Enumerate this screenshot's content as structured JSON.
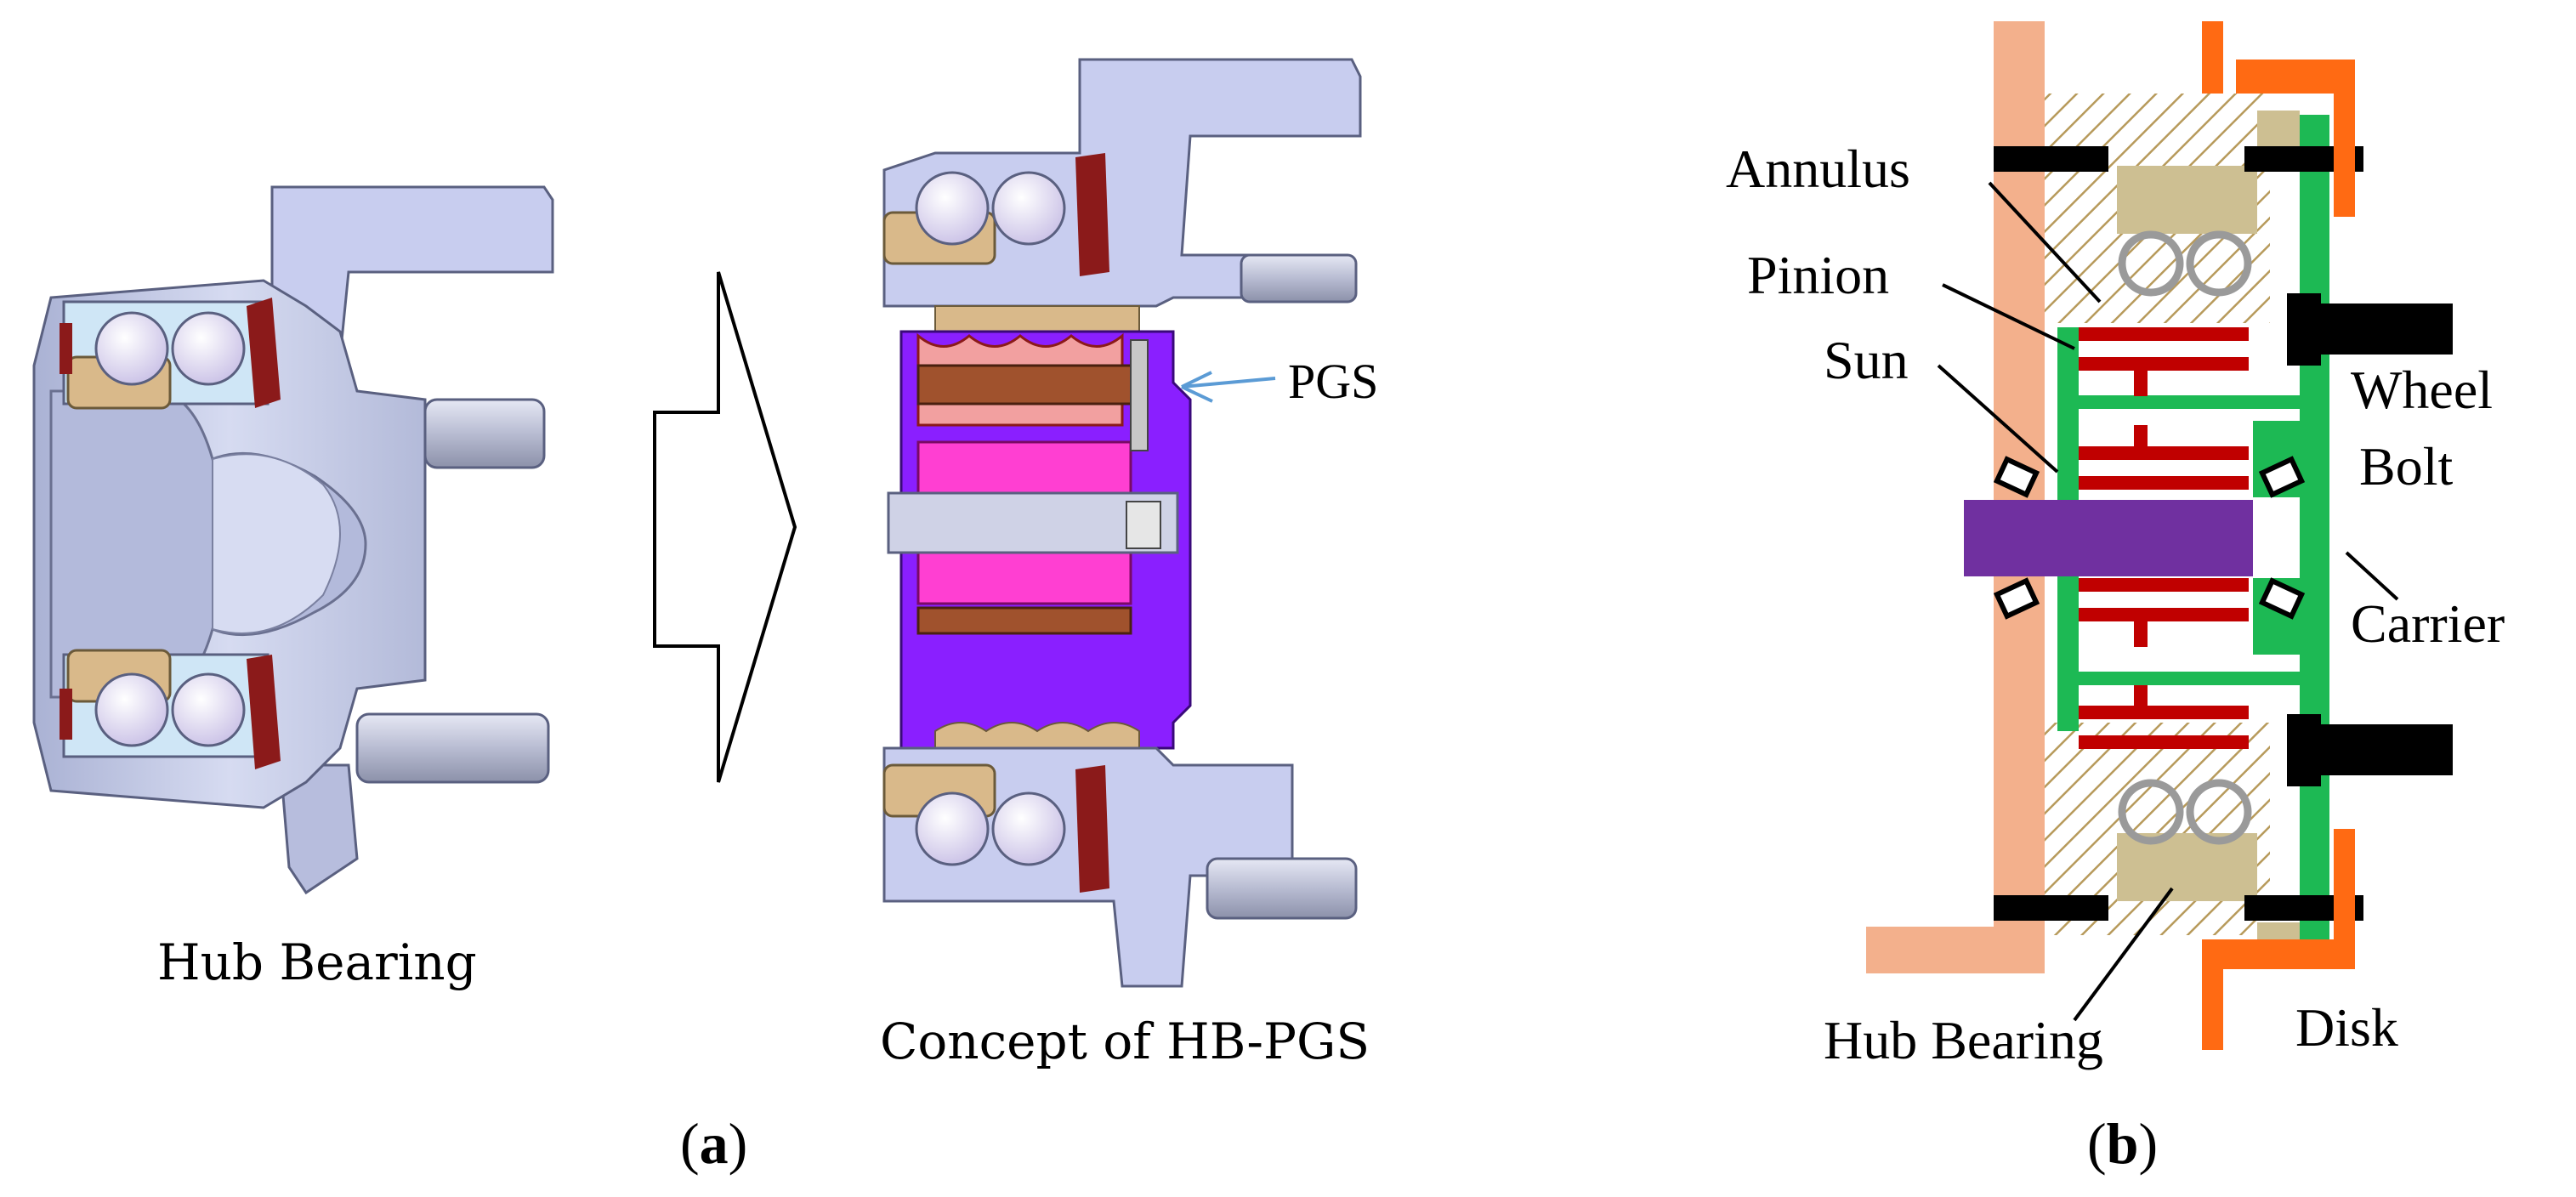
{
  "panel_a": {
    "hub_bearing_caption": "Hub Bearing",
    "hb_pgs_caption": "Concept of HB-PGS",
    "pgs_label": "PGS",
    "panel_letter": "a"
  },
  "panel_b": {
    "labels": {
      "annulus": "Annulus",
      "pinion": "Pinion",
      "sun": "Sun",
      "wheel": "Wheel",
      "bolt": "Bolt",
      "carrier": "Carrier",
      "hub_bearing": "Hub Bearing",
      "disk": "Disk"
    },
    "panel_letter": "b"
  },
  "colors": {
    "hub_body": "#c5cbe8",
    "hub_dark": "#9aa2c4",
    "bearing_ring": "#d9b98a",
    "ball": "#e4dcf3",
    "seal_red": "#8b1a1a",
    "ring_gear": "#f2a0a0",
    "sun_magenta": "#ff3fd2",
    "carrier_purple": "#8a1fff",
    "pgs_arrow": "#5b9bd5",
    "knuckle_salmon": "#f3b08c",
    "disk_orange": "#ff6a13",
    "carrier_green": "#1db954",
    "gear_red": "#c00000",
    "sun_shaft": "#7030a0",
    "bearing_tan": "#cdbf92",
    "ball_grey": "#9a9a9a",
    "bolt_black": "#000000"
  }
}
